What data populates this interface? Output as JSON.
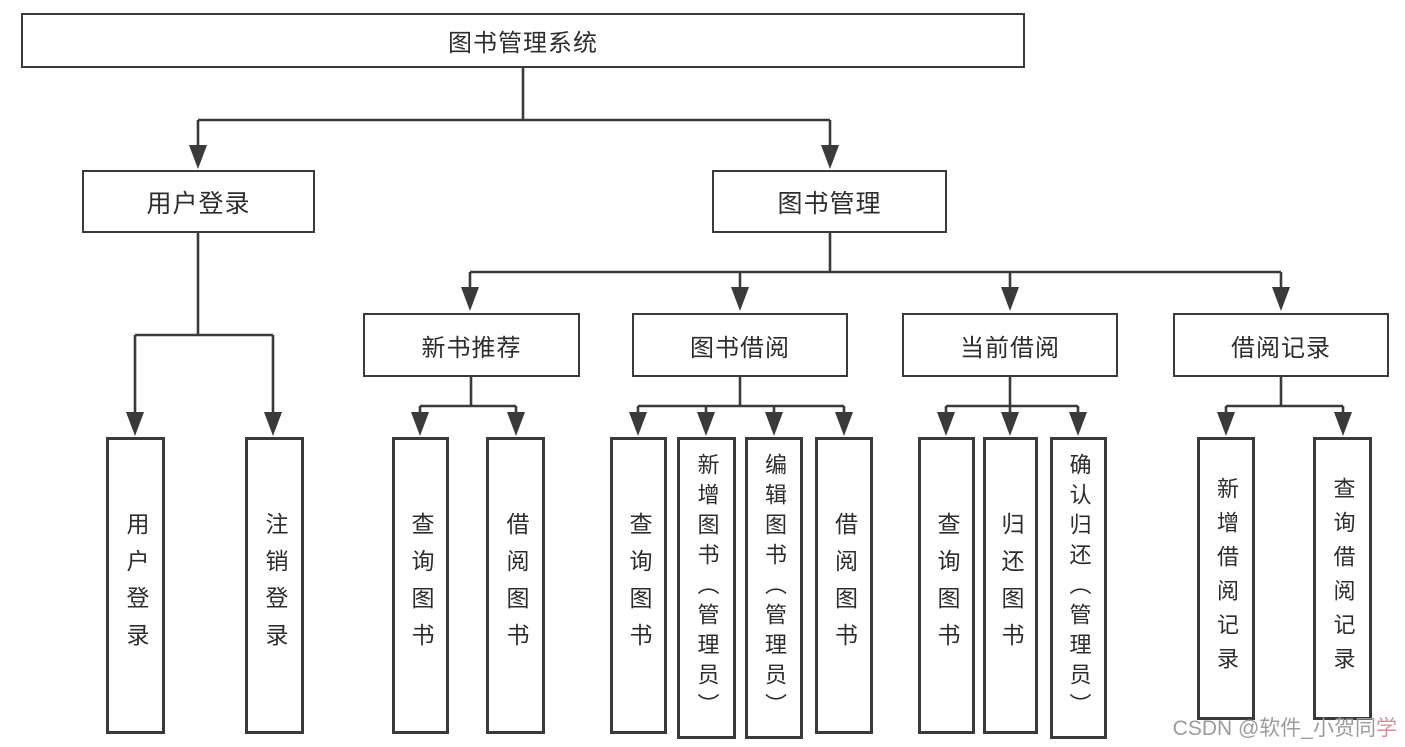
{
  "nodes": {
    "root": "图书管理系统",
    "l2": [
      "用户登录",
      "图书管理"
    ],
    "l3": [
      "新书推荐",
      "图书借阅",
      "当前借阅",
      "借阅记录"
    ],
    "leaves": [
      "用户登录",
      "注销登录",
      "查询图书",
      "借阅图书",
      "查询图书",
      "新增图书（管理员）",
      "编辑图书（管理员）",
      "借阅图书",
      "查询图书",
      "归还图书",
      "确认归还（管理员）",
      "新增借阅记录",
      "查询借阅记录"
    ]
  },
  "watermark": {
    "text": "CSDN @软件_小贺同学",
    "main": "CSDN @软件_小贺同",
    "last": "学"
  },
  "colors": {
    "line": "#3a3a3a",
    "text": "#2d2d2d",
    "watermark": "#9c9c9c",
    "background": "#ffffff"
  }
}
